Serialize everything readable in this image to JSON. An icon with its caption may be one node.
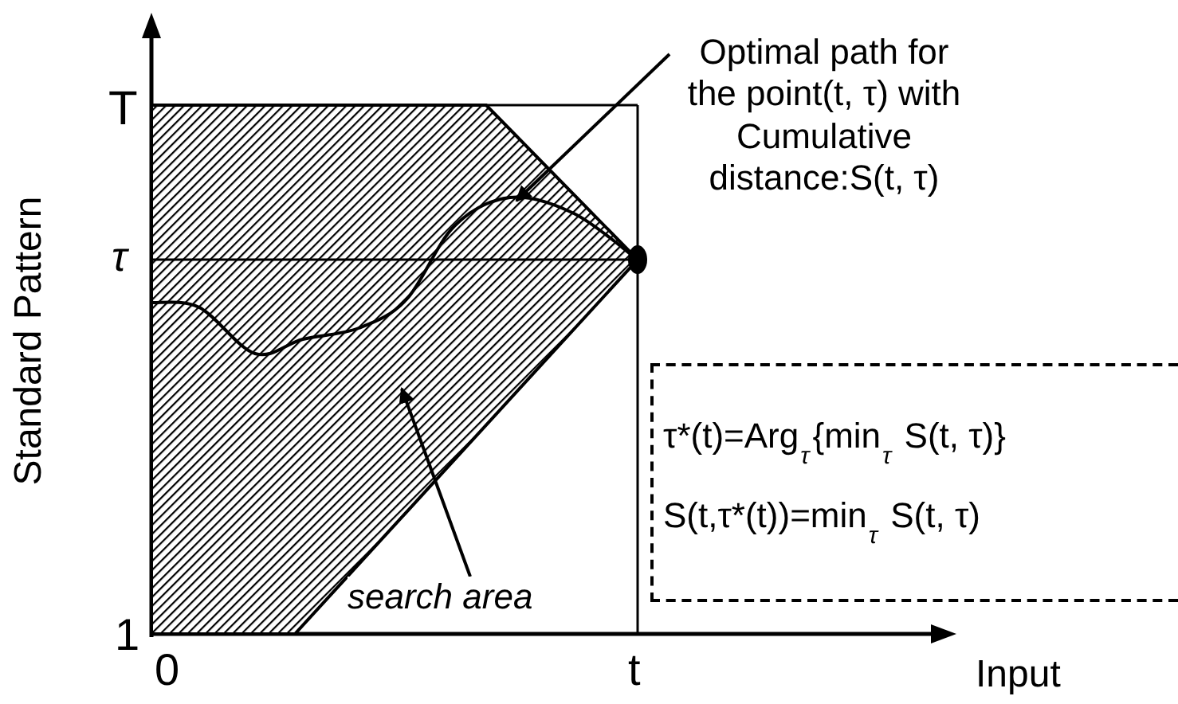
{
  "diagram": {
    "nodes": [
      {
        "text": [
          "Optimal path for the point(t, τ) with Cumulative distance:S(t, τ)"
        ]
      },
      {
        "text": [],
        "shape": "curve",
        "in": 2
      },
      {
        "text": [],
        "shape": "polygon"
      },
      {
        "text": [
          "search area"
        ]
      },
      {
        "text": [
          "τ*(t)=Arg$_{τ}${min$_{τ}$ S(t, τ)}",
          "S(t,τ*(t))=min$_{τ}$ S(t, τ)"
        ]
      }
    ],
    "edges": [
      {
        "from": 0,
        "to": 1,
        "arrow": "to"
      },
      {
        "from": 3,
        "to": 2,
        "arrow": "to"
      }
    ],
    "labels": [
      "T",
      "τ",
      "1",
      "0",
      "t",
      "Standard Pattern",
      "Input"
    ]
  }
}
